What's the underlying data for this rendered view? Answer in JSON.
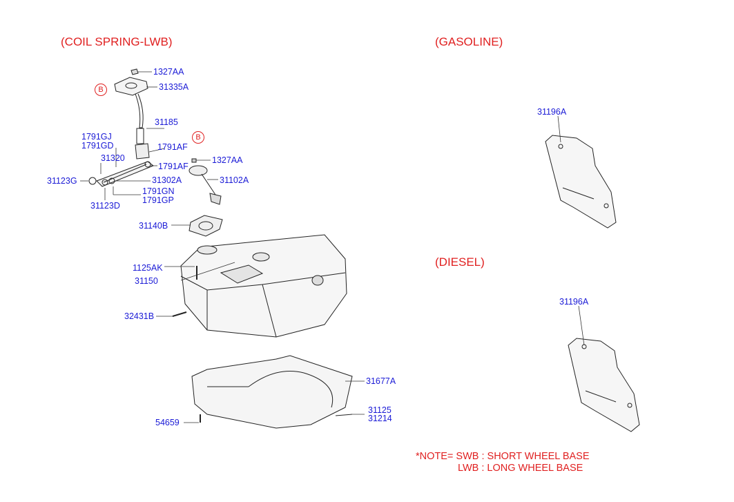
{
  "headings": {
    "coil_spring": "(COIL SPRING-LWB)",
    "gasoline": "(GASOLINE)",
    "diesel": "(DIESEL)"
  },
  "callouts": {
    "b1": "B",
    "b2": "B"
  },
  "parts": {
    "p1327AA_top": "1327AA",
    "p31335A": "31335A",
    "p31185": "31185",
    "p1791GJ": "1791GJ",
    "p1791GD": "1791GD",
    "p1791AF_a": "1791AF",
    "p31320": "31320",
    "p1791AF_b": "1791AF",
    "p1327AA_mid": "1327AA",
    "p31123G": "31123G",
    "p31302A": "31302A",
    "p31102A": "31102A",
    "p1791GN": "1791GN",
    "p1791GP": "1791GP",
    "p31123D": "31123D",
    "p31140B": "31140B",
    "p1125AK": "1125AK",
    "p31150": "31150",
    "p32431B": "32431B",
    "p31677A": "31677A",
    "p31125": "31125",
    "p31214": "31214",
    "p54659": "54659",
    "p31196A_gas": "31196A",
    "p31196A_dsl": "31196A"
  },
  "notes": {
    "line1": "*NOTE= SWB : SHORT WHEEL BASE",
    "line2": "LWB : LONG WHEEL BASE"
  },
  "colors": {
    "heading": "#e02020",
    "label": "#1a1ad6",
    "drawing": "#222222"
  }
}
